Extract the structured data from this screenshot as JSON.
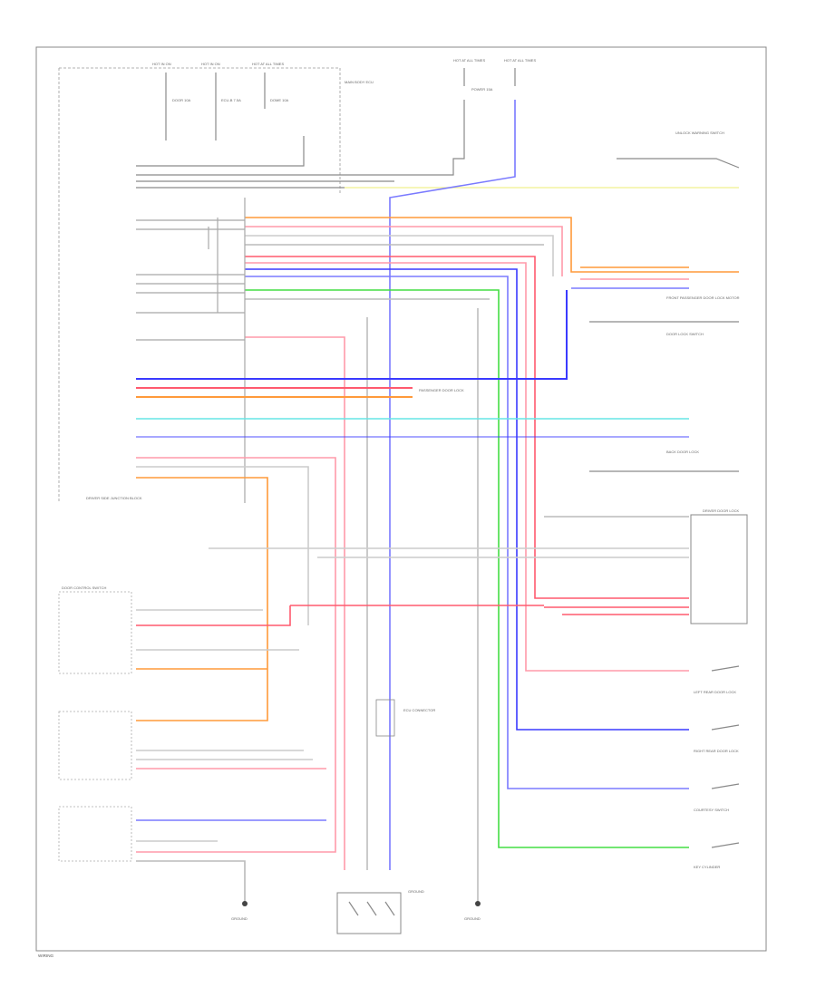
{
  "diagram": {
    "footer_code": "WIRING",
    "wire_colors": {
      "red": "#ff5a6e",
      "pink": "#ff9aaa",
      "blue": "#3a3aff",
      "light_blue": "#7a7aff",
      "orange": "#ff9a3a",
      "green": "#44dd44",
      "cyan": "#66e6e6",
      "yellow": "#f4f4a0",
      "gray": "#a8a8a8",
      "dark_gray": "#8a8a8a"
    },
    "labels": {
      "top_fuse_1": "HOT IN ON",
      "top_fuse_2": "HOT IN ON",
      "top_fuse_3": "HOT AT ALL TIMES",
      "top_fuse_4": "HOT AT ALL TIMES",
      "top_fuse_5": "HOT AT ALL TIMES",
      "fuse_1": "DOOR 10A",
      "fuse_2": "ECU-B 7.5A",
      "fuse_3": "DOME 10A",
      "fuse_4": "POWER 15A",
      "junction_block": "DRIVER SIDE JUNCTION BLOCK",
      "main_body_ecu": "MAIN BODY ECU",
      "passenger_door_lock": "PASSENGER DOOR LOCK",
      "front_passenger_door": "FRONT PASSENGER DOOR LOCK MOTOR",
      "door_lock_switch": "DOOR LOCK SWITCH",
      "back_door_lock": "BACK DOOR LOCK",
      "rear_door_lock_lh": "LEFT REAR DOOR LOCK",
      "rear_door_lock_rh": "RIGHT REAR DOOR LOCK",
      "driver_door_lock": "DRIVER DOOR LOCK",
      "unlock_warning": "UNLOCK WARNING SWITCH",
      "door_control_switch": "DOOR CONTROL SWITCH",
      "key_cylinder": "KEY CYLINDER",
      "ground_1": "GROUND",
      "ground_2": "GROUND",
      "ground_3": "GROUND",
      "courtesy_switch": "COURTESY SWITCH",
      "ecu_connector": "ECU CONNECTOR"
    }
  }
}
